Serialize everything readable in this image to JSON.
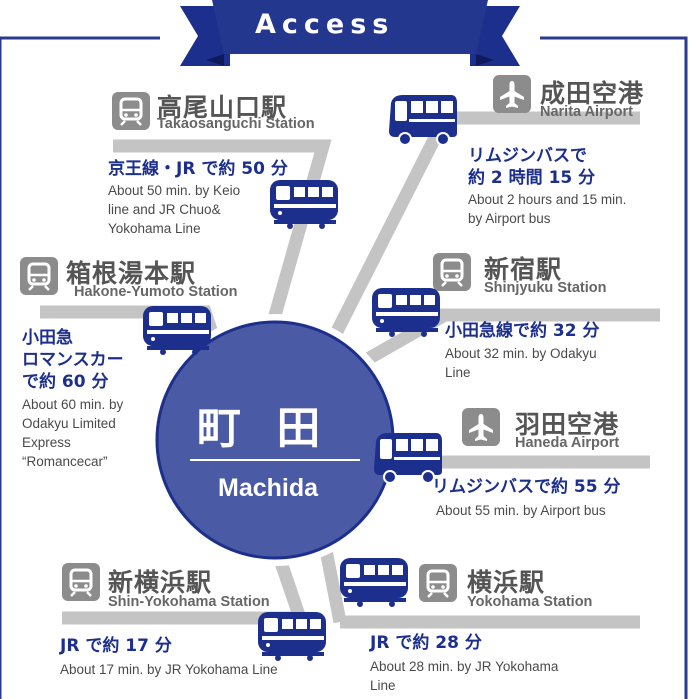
{
  "banner": {
    "title": "Access"
  },
  "center": {
    "name_jp": "町 田",
    "name_en": "Machida"
  },
  "destinations": [
    {
      "id": "takaosanguchi",
      "name_jp": "高尾山口駅",
      "name_en": "Takaosanguchi Station",
      "route_jp": "京王線・JR で約 50 分",
      "desc": [
        "About 50 min. by Keio",
        "line and JR Chuo&",
        "Yokohama Line"
      ]
    },
    {
      "id": "hakone",
      "name_jp": "箱根湯本駅",
      "name_en": "Hakone-Yumoto Station",
      "route_jp": [
        "小田急",
        "ロマンスカー",
        "で約 60 分"
      ],
      "desc": [
        "About 60 min. by",
        "Odakyu Limited",
        "Express",
        "“Romancecar”"
      ]
    },
    {
      "id": "shinyokohama",
      "name_jp": "新横浜駅",
      "name_en": "Shin-Yokohama Station",
      "route_jp": "JR で約 17 分",
      "desc": [
        "About 17 min. by JR Yokohama Line"
      ]
    },
    {
      "id": "narita",
      "name_jp": "成田空港",
      "name_en": "Narita Airport",
      "route_jp": [
        "リムジンバスで",
        "約 2 時間 15 分"
      ],
      "desc": [
        "About 2 hours and 15 min.",
        "by Airport bus"
      ]
    },
    {
      "id": "shinjuku",
      "name_jp": "新宿駅",
      "name_en": "Shinjyuku Station",
      "route_jp": "小田急線で約 32 分",
      "desc": [
        "About 32 min. by Odakyu",
        "Line"
      ]
    },
    {
      "id": "haneda",
      "name_jp": "羽田空港",
      "name_en": "Haneda Airport",
      "route_jp": "リムジンバスで約 55 分",
      "desc": [
        "About 55 min. by Airport bus"
      ]
    },
    {
      "id": "yokohama",
      "name_jp": "横浜駅",
      "name_en": "Yokohama Station",
      "route_jp": "JR で約 28 分",
      "desc": [
        "About 28 min. by JR Yokohama",
        "Line"
      ]
    }
  ],
  "colors": {
    "navy": "#1c2f8c",
    "circle": "#4a5aa5",
    "road": "#c4c4c4",
    "grey_icon": "#8c8c8c",
    "border": "#2a3a8f"
  },
  "icons": {
    "station": "train-station-icon",
    "airport": "airplane-icon",
    "train": "train-icon",
    "bus": "bus-icon"
  }
}
